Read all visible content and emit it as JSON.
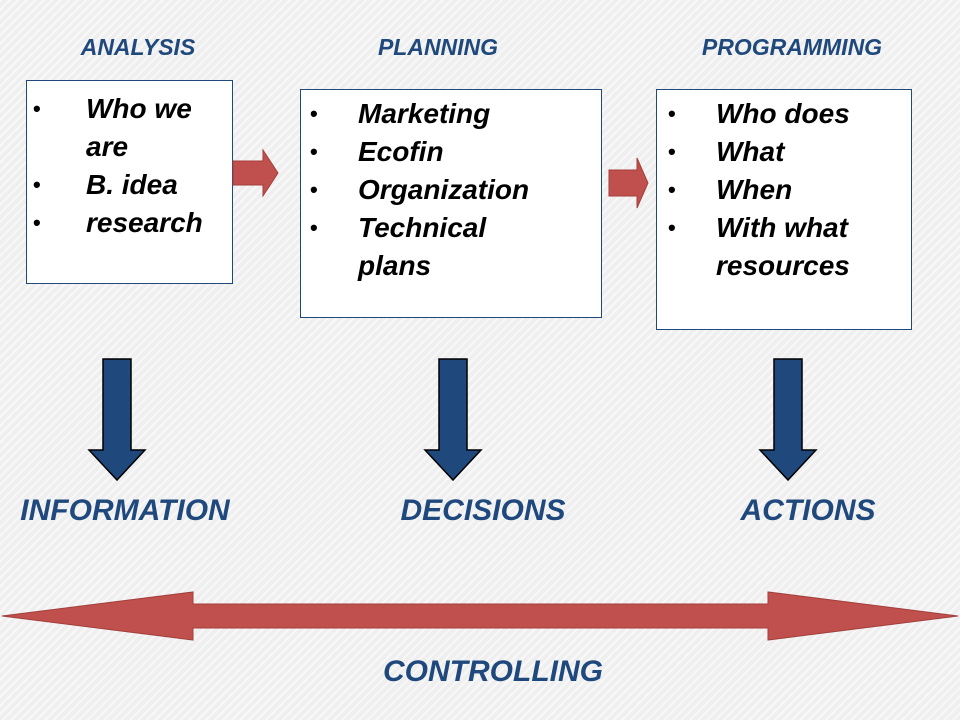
{
  "phases": [
    {
      "header": "ANALYSIS",
      "items": [
        "Who we are",
        "B. idea",
        "research"
      ],
      "outcome": "INFORMATION"
    },
    {
      "header": "PLANNING",
      "items": [
        "Marketing",
        "Ecofin",
        "Organization",
        "Technical plans"
      ],
      "outcome": "DECISIONS"
    },
    {
      "header": "PROGRAMMING",
      "items": [
        "Who does",
        "What",
        "When",
        "With what resources"
      ],
      "outcome": "ACTIONS"
    }
  ],
  "footer": {
    "label": "CONTROLLING"
  },
  "colors": {
    "accent_blue": "#1f497d",
    "arrow_red": "#c0504d",
    "box_border": "#1f497d"
  }
}
